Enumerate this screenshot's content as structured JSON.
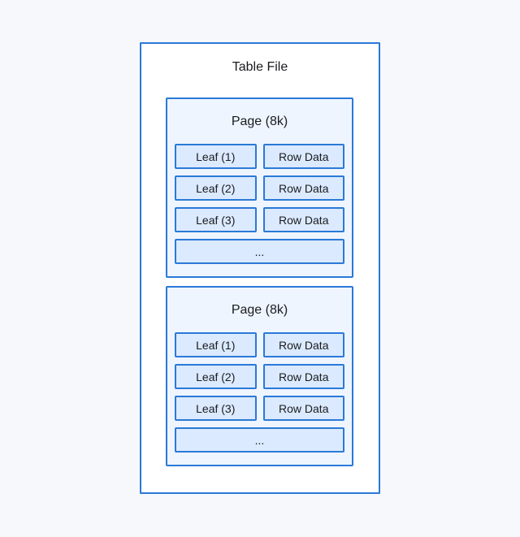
{
  "diagram": {
    "title": "Table File",
    "pages": [
      {
        "title": "Page (8k)",
        "rows": [
          {
            "leaf": "Leaf (1)",
            "data": "Row Data"
          },
          {
            "leaf": "Leaf (2)",
            "data": "Row Data"
          },
          {
            "leaf": "Leaf (3)",
            "data": "Row Data"
          }
        ],
        "ellipsis": "..."
      },
      {
        "title": "Page (8k)",
        "rows": [
          {
            "leaf": "Leaf (1)",
            "data": "Row Data"
          },
          {
            "leaf": "Leaf (2)",
            "data": "Row Data"
          },
          {
            "leaf": "Leaf (3)",
            "data": "Row Data"
          }
        ],
        "ellipsis": "..."
      }
    ],
    "colors": {
      "canvas_bg": "#f6f8fb",
      "outer_bg": "#ffffff",
      "page_bg": "#eef5fe",
      "cell_bg": "#dbeafe",
      "border": "#2b79d8",
      "text": "#1b1b1f"
    }
  }
}
